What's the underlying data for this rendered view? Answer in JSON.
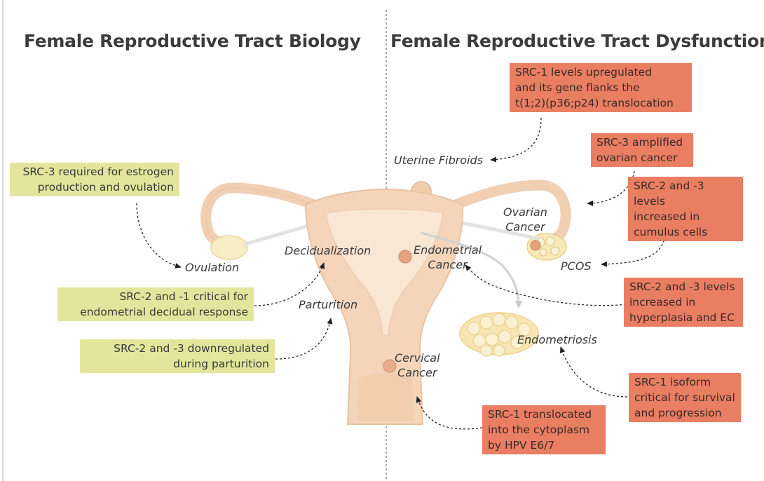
{
  "titles": {
    "left": "Female Reproductive Tract Biology",
    "right": "Female Reproductive Tract Dysfunction"
  },
  "biology_notes": {
    "src3_estrogen": "SRC-3 required for estrogen\nproduction and ovulation",
    "src2_src1_decidual": "SRC-2 and -1 critical for\nendometrial decidual response",
    "src2_src3_parturition": "SRC-2 and -3 downregulated\nduring parturition"
  },
  "biology_labels": {
    "ovulation": "Ovulation",
    "decidualization": "Decidualization",
    "parturition": "Parturition"
  },
  "dysfunction_notes": {
    "src1_fibroids": "SRC-1 levels upregulated\nand its gene flanks the\nt(1;2)(p36;p24) translocation",
    "src3_ovarian": "SRC-3 amplified\novarian cancer",
    "src2_src3_cumulus": "SRC-2 and -3 levels\nincreased in\ncumulus cells",
    "src2_src3_hyperplasia": "SRC-2 and -3 levels\nincreased in\nhyperplasia and EC",
    "src1_isoform": "SRC-1 isoform\ncritical for survival\nand progression",
    "src1_hpv": "SRC-1 translocated\ninto the cytoplasm\nby HPV E6/7"
  },
  "dysfunction_labels": {
    "uterine_fibroids": "Uterine Fibroids",
    "ovarian_cancer": "Ovarian\nCancer",
    "endometrial_cancer": "Endometrial\nCancer",
    "pcos": "PCOS",
    "endometriosis": "Endometriosis",
    "cervical_cancer": "Cervical\nCancer"
  },
  "colors": {
    "biology_box": "#e3e59c",
    "dysfunction_box": "#e97e63",
    "anatomy": "#f4d4b8",
    "anatomy_edge": "#eac3a2",
    "arrow": "#222222"
  }
}
